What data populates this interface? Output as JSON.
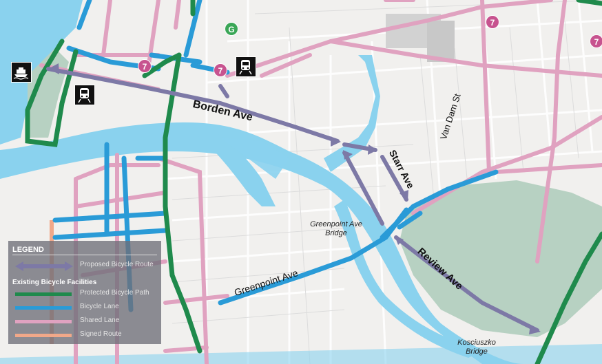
{
  "colors": {
    "background": "#f1f0ee",
    "water": "#8ad2ee",
    "park": "#b7d1c2",
    "proposed_route": "#7d79a6",
    "protected_path": "#1f8a4c",
    "bike_lane": "#2a9bd7",
    "shared_lane": "#e0a2c0",
    "signed_route": "#f1a889"
  },
  "labels": {
    "borden_ave": "Borden Ave",
    "van_dam_st": "Van Dam St",
    "starr_ave": "Starr Ave",
    "greenpoint_ave_bridge": "Greenpoint Ave Bridge",
    "greenpoint_ave": "Greenpoint Ave",
    "review_ave": "Review Ave",
    "kosciuszko_bridge": "Kosciuszko Bridge"
  },
  "route_badges": [
    "7",
    "7",
    "7",
    "7"
  ],
  "green_badge": "G",
  "transit_icons": [
    "ferry-icon",
    "train-icon",
    "train-icon"
  ],
  "legend": {
    "title": "LEGEND",
    "proposed": "Proposed Bicycle Route",
    "subtitle": "Existing Bicycle Facilities",
    "items": [
      {
        "label": "Protected Bicycle Path",
        "color": "#1f8a4c"
      },
      {
        "label": "Bicycle Lane",
        "color": "#2a9bd7"
      },
      {
        "label": "Shared Lane",
        "color": "#e0a2c0"
      },
      {
        "label": "Signed Route",
        "color": "#f1a889"
      }
    ]
  }
}
